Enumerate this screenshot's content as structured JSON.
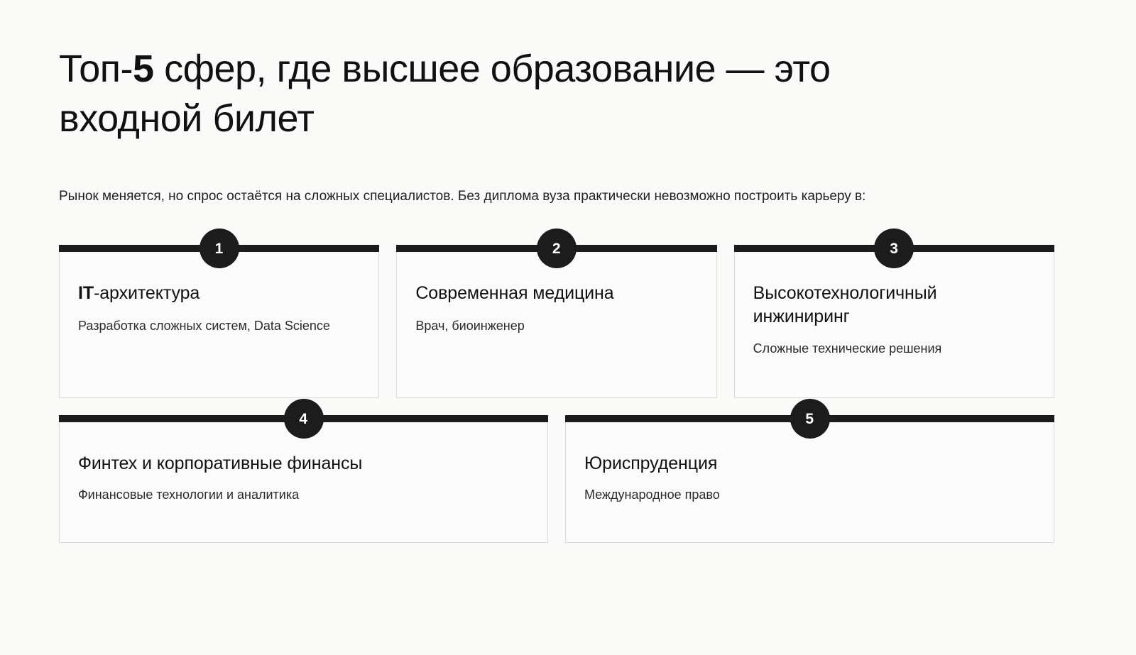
{
  "header": {
    "title_prefix": "Топ-",
    "title_accent": "5",
    "title_rest": " сфер, где высшее образование — это входной билет",
    "title_full": "Топ-5 сфер, где высшее образование — это входной билет"
  },
  "intro": {
    "text": "Рынок меняется, но спрос остаётся на сложных специалистов. Без диплома вуза практически невозможно построить карьеру в:"
  },
  "cards": [
    {
      "number": "1",
      "title_bold": "IT",
      "title_rest": "-архитектура",
      "title_full": "IT-архитектура",
      "description": "Разработка сложных систем, Data Science"
    },
    {
      "number": "2",
      "title_bold": "",
      "title_rest": "Современная медицина",
      "title_full": "Современная медицина",
      "description": "Врач, биоинженер"
    },
    {
      "number": "3",
      "title_bold": "",
      "title_rest": "Высокотехнологичный инжиниринг",
      "title_full": "Высокотехнологичный инжиниринг",
      "description": "Сложные технические решения"
    },
    {
      "number": "4",
      "title_bold": "",
      "title_rest": "Финтех и корпоративные финансы",
      "title_full": "Финтех и корпоративные финансы",
      "description": "Финансовые технологии и аналитика"
    },
    {
      "number": "5",
      "title_bold": "",
      "title_rest": "Юриспруденция",
      "title_full": "Юриспруденция",
      "description": "Международное право"
    }
  ],
  "colors": {
    "background": "#fafaf9",
    "card_background": "#fcfbfb",
    "card_border": "#dedbdb",
    "bar_and_badge": "#1c1c1c",
    "badge_text": "#ffffff",
    "title_text": "#111111",
    "body_text": "#2b2b2b"
  }
}
